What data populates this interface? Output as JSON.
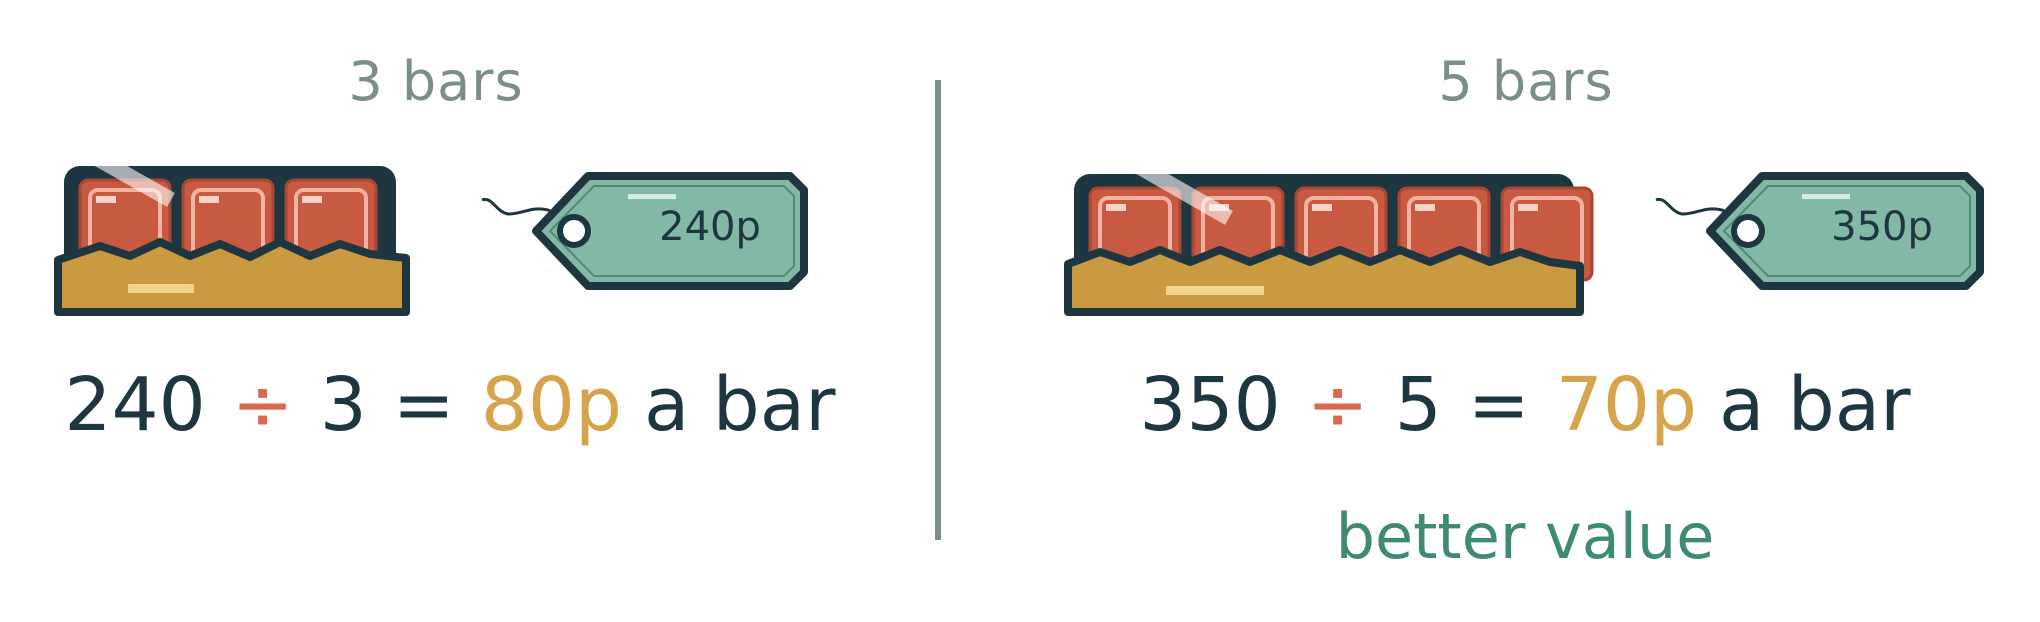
{
  "colors": {
    "outline": "#1d3640",
    "chocolate": "#c85a42",
    "chocolate_highlight": "#f2b3a3",
    "wrapper": "#c99a40",
    "tag_fill": "#83b8a7",
    "divider": "#7b8f85",
    "title": "#7b8f85",
    "divide_sign": "#d9694f",
    "result": "#d6a44b",
    "verdict": "#3e8b6f"
  },
  "left": {
    "title": "3 bars",
    "bar_count": 3,
    "price_tag": "240p",
    "equation": {
      "dividend": "240",
      "divide_sign": "÷",
      "divisor": "3",
      "equals_sign": "=",
      "result": "80p",
      "suffix": "a bar"
    }
  },
  "right": {
    "title": "5 bars",
    "bar_count": 5,
    "price_tag": "350p",
    "equation": {
      "dividend": "350",
      "divide_sign": "÷",
      "divisor": "5",
      "equals_sign": "=",
      "result": "70p",
      "suffix": "a bar"
    },
    "verdict": "better value"
  }
}
